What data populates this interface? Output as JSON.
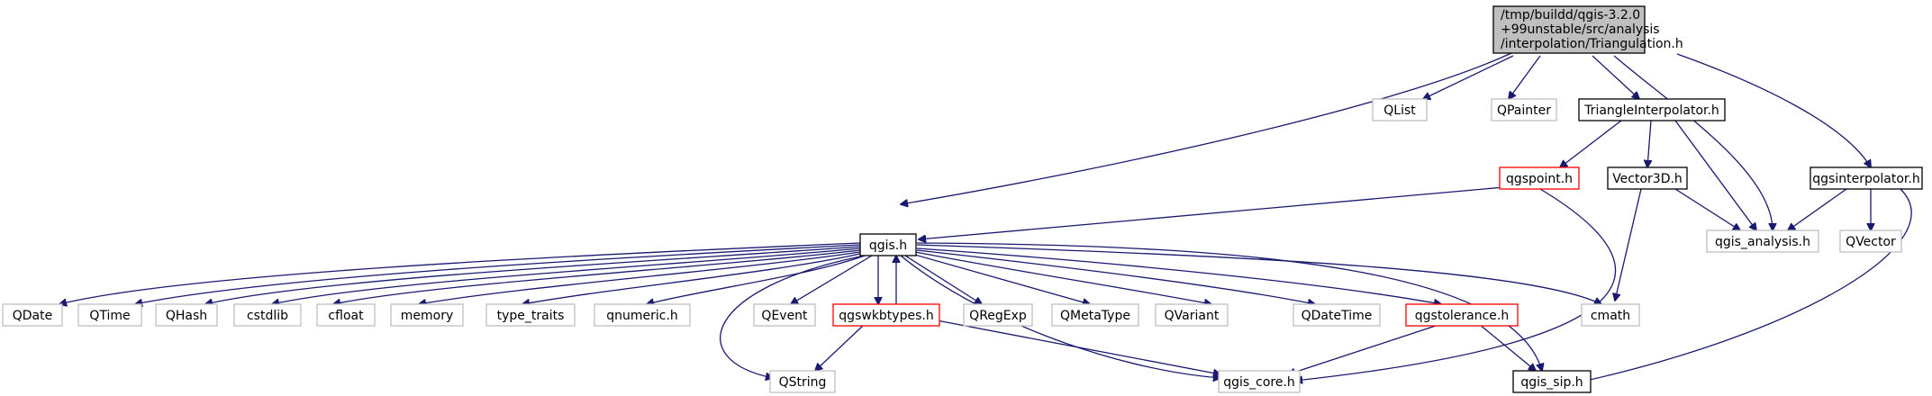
{
  "diagram": {
    "root_lines": [
      "/tmp/buildd/qgis-3.2.0",
      "+99unstable/src/analysis",
      "/interpolation/Triangulation.h"
    ],
    "nodes": {
      "qlist": "QList",
      "qpainter": "QPainter",
      "triangleinterpolator": "TriangleInterpolator.h",
      "qgspoint": "qgspoint.h",
      "vector3d": "Vector3D.h",
      "qgsinterpolator": "qgsinterpolator.h",
      "qgis_analysis": "qgis_analysis.h",
      "qvector": "QVector",
      "qgis": "qgis.h",
      "qdate": "QDate",
      "qtime": "QTime",
      "qhash": "QHash",
      "cstdlib": "cstdlib",
      "cfloat": "cfloat",
      "memory": "memory",
      "type_traits": "type_traits",
      "qnumeric": "qnumeric.h",
      "qevent": "QEvent",
      "qgswkbtypes": "qgswkbtypes.h",
      "qregexp": "QRegExp",
      "qmetatype": "QMetaType",
      "qvariant": "QVariant",
      "qdatetime": "QDateTime",
      "qgstolerance": "qgstolerance.h",
      "cmath": "cmath",
      "qstring": "QString",
      "qgis_core": "qgis_core.h",
      "qgis_sip": "qgis_sip.h"
    },
    "colors": {
      "edge": "#191970",
      "root_fill": "#bfbfbf",
      "documented_border": "#000000",
      "external_border": "#bfbfbf",
      "incomplete_border": "#ff0000"
    }
  }
}
